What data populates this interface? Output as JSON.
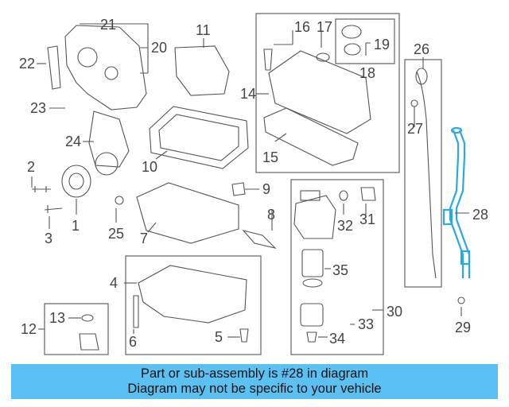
{
  "diagram": {
    "callouts": [
      "21",
      "20",
      "22",
      "23",
      "24",
      "11",
      "10",
      "2",
      "1",
      "3",
      "25",
      "7",
      "9",
      "8",
      "16",
      "17",
      "19",
      "18",
      "14",
      "15",
      "26",
      "27",
      "28",
      "29",
      "32",
      "31",
      "35",
      "30",
      "33",
      "34",
      "4",
      "6",
      "5",
      "12",
      "13"
    ],
    "highlight_color": "#29a8e8",
    "line_color": "#555555"
  },
  "banner": {
    "line1": "Part or sub-assembly is #28 in diagram",
    "line2": "Diagram may not be specific to your vehicle",
    "color": "#5bc0f2"
  }
}
